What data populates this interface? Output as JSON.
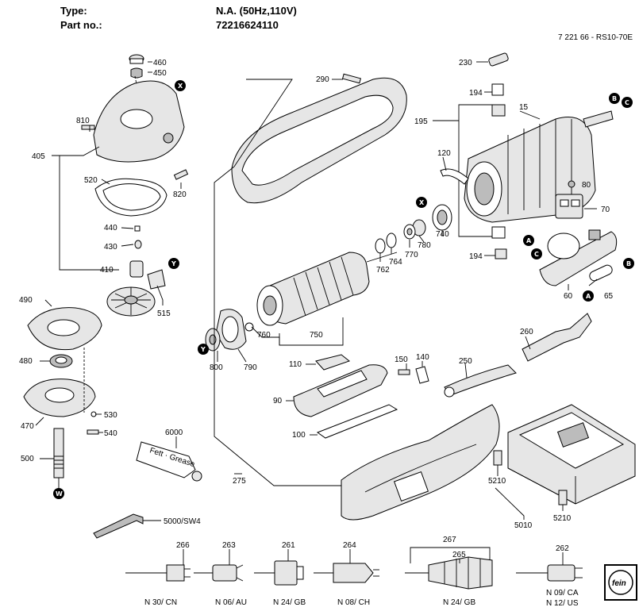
{
  "header": {
    "type_label": "Type:",
    "type_value": "N.A. (50Hz,110V)",
    "part_label": "Part no.:",
    "part_value": "72216624110",
    "doc_ref": "7 221 66 - RS10-70E"
  },
  "labels": {
    "p460": "460",
    "p450": "450",
    "p810": "810",
    "p405": "405",
    "p520": "520",
    "p820": "820",
    "p440": "440",
    "p430": "430",
    "p410": "410",
    "p515": "515",
    "p490": "490",
    "p480": "480",
    "p470": "470",
    "p530": "530",
    "p540": "540",
    "p500": "500",
    "p290": "290",
    "p230": "230",
    "p194a": "194",
    "p195": "195",
    "p15": "15",
    "p120": "120",
    "p80": "80",
    "p70": "70",
    "p740": "740",
    "p780": "780",
    "p770": "770",
    "p764": "764",
    "p762": "762",
    "p194b": "194",
    "p60": "60",
    "p65": "65",
    "p760": "760",
    "p750": "750",
    "p800": "800",
    "p790": "790",
    "p260": "260",
    "p150": "150",
    "p140": "140",
    "p250": "250",
    "p110": "110",
    "p90": "90",
    "p100": "100",
    "p6000": "6000",
    "p275": "275",
    "p5210a": "5210",
    "p5010": "5010",
    "p5210b": "5210",
    "p5000": "5000/SW4",
    "p266": "266",
    "p263": "263",
    "p261": "261",
    "p264": "264",
    "p267": "267",
    "p265": "265",
    "p262": "262",
    "n30": "N 30/ CN",
    "n06": "N 06/ AU",
    "n24a": "N 24/ GB",
    "n08": "N 08/ CH",
    "n24b": "N 24/ GB",
    "n09": "N 09/ CA",
    "n12": "N 12/ US",
    "grease": "Fett · Grease"
  },
  "markers": {
    "X": "X",
    "Y": "Y",
    "A": "A",
    "B": "B",
    "C": "C",
    "W": "W"
  },
  "logo": {
    "text": "fein"
  }
}
